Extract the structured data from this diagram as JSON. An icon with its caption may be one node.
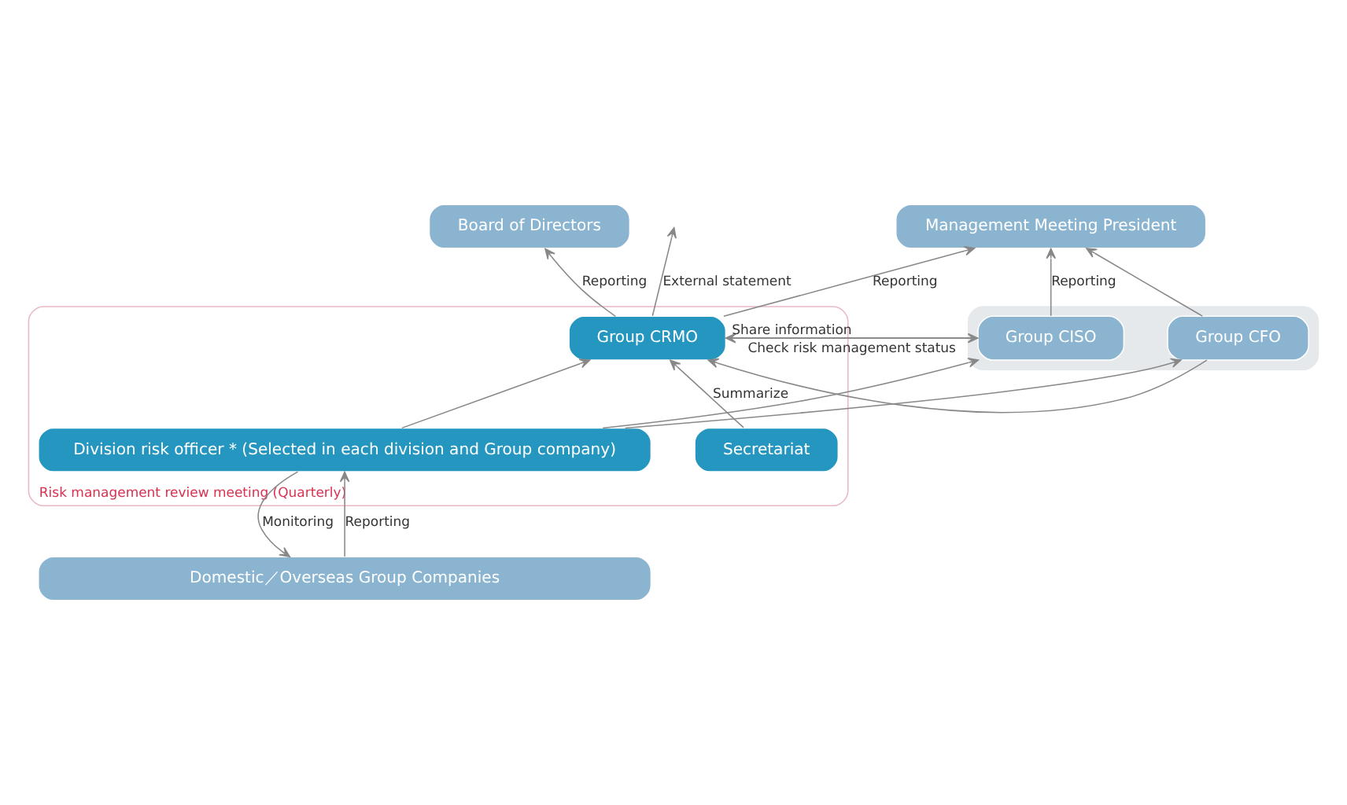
{
  "diagram": {
    "nodes": [
      {
        "text": [
          "Board of Directors"
        ]
      },
      {
        "text": [
          "Management Meeting President"
        ]
      },
      {
        "text": [
          "Risk management review meeting (Quarterly)"
        ]
      },
      {
        "text": [
          "Group CRMO"
        ],
        "in": 2
      },
      {
        "text": [
          "Secretariat"
        ],
        "in": 2
      },
      {
        "text": [
          "Division risk officer * (Selected in each division and Group company)"
        ],
        "in": 2
      },
      {
        "text": [],
        "shape": "box"
      },
      {
        "text": [
          "Group CISO"
        ],
        "in": 6
      },
      {
        "text": [
          "Group CFO"
        ],
        "in": 6
      },
      {
        "text": [
          "Domestic／Overseas Group Companies"
        ]
      }
    ],
    "edges": [
      {
        "from": 3,
        "to": 0,
        "arrow": "to",
        "label": "Reporting"
      },
      {
        "from": 3,
        "to": 1,
        "arrow": "to",
        "label": "Reporting"
      },
      {
        "from": 3,
        "to": null,
        "arrow": "to",
        "label": "External statement"
      },
      {
        "from": 7,
        "to": 1,
        "arrow": "to",
        "label": "Reporting"
      },
      {
        "from": 8,
        "to": 1,
        "arrow": "to"
      },
      {
        "from": 7,
        "to": 3,
        "arrow": "to",
        "label": "Share information"
      },
      {
        "from": 8,
        "to": 3,
        "arrow": "to"
      },
      {
        "from": 3,
        "to": 7,
        "arrow": "to",
        "label": "Check risk management status"
      },
      {
        "from": 5,
        "to": 3,
        "arrow": "to"
      },
      {
        "from": 4,
        "to": 3,
        "arrow": "to",
        "label": "Summarize"
      },
      {
        "from": 5,
        "to": 7,
        "arrow": "to"
      },
      {
        "from": 5,
        "to": 8,
        "arrow": "to"
      },
      {
        "from": 9,
        "to": 5,
        "arrow": "to",
        "label": "Reporting"
      },
      {
        "from": 5,
        "to": 9,
        "arrow": "to",
        "label": "Monitoring"
      }
    ]
  }
}
